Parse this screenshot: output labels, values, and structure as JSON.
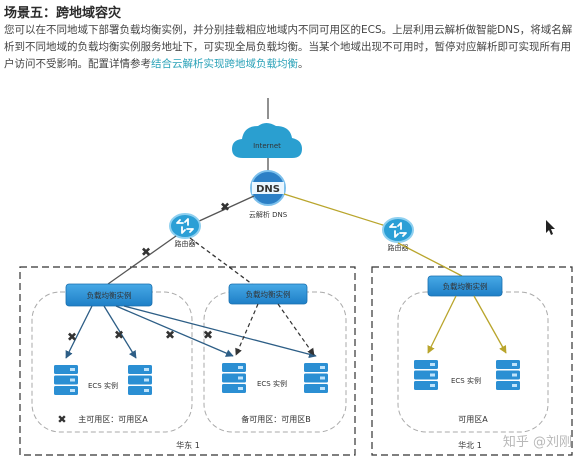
{
  "heading": "场景五：跨地域容灾",
  "paragraph": {
    "line1": "您可以在不同地域下部署负载均衡实例，并分别挂载相应地域内不同可用区的ECS。上层利用云解析做智能DNS，将域名解",
    "line2": "析到不同地域的负载均衡实例服务地址下，可实现全局负载均衡。当某个地域出现不可用时，暂停对应解析即可实现所有用",
    "line3_prefix": "户访问不受影响。配置详情参考",
    "link_text": "结合云解析实现跨地域负载均衡",
    "line3_suffix": "。"
  },
  "diagram": {
    "internet_label": "Internet",
    "dns_text": "DNS",
    "dns_label": "云解析 DNS",
    "router_label": "路由器",
    "slb_label": "负载均衡实例",
    "ecs_label": "ECS 实例",
    "zone_primary": "主可用区：可用区A",
    "zone_backup": "备可用区：可用区B",
    "zone_a": "可用区A",
    "region_east": "华东 1",
    "region_north": "华北 1",
    "fail_mark": "✖"
  },
  "watermark": "知乎 @刘刚",
  "colors": {
    "cloud": "#2a9fd0",
    "router": "#2b9fd6",
    "slb": "#2a8fd6",
    "ecs": "#2b8fd3",
    "fail": "#d42c2c",
    "link": "#2aa2b8",
    "dashed_line": "#c8b83c",
    "arrow_line": "#2d5e86"
  }
}
